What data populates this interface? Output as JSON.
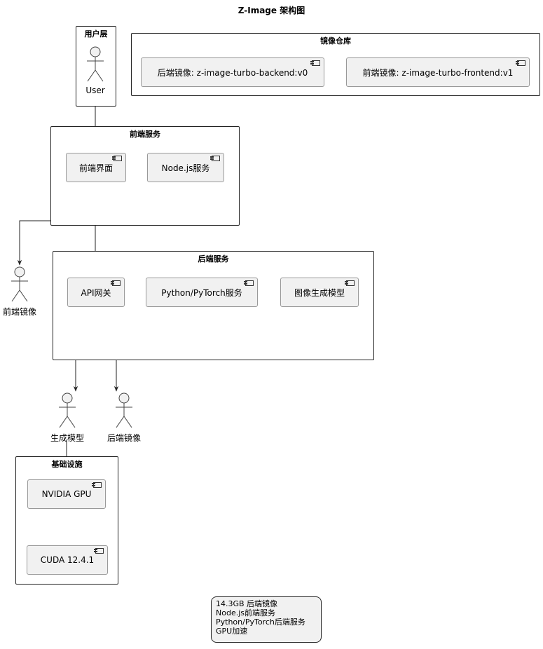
{
  "title": "Z-Image 架构图",
  "packages": {
    "user_layer": "用户层",
    "image_repo": "镜像仓库",
    "frontend_service": "前端服务",
    "backend_service": "后端服务",
    "infrastructure": "基础设施"
  },
  "components": {
    "backend_image": "后端镜像: z-image-turbo-backend:v0",
    "frontend_image": "前端镜像: z-image-turbo-frontend:v1",
    "frontend_ui": "前端界面",
    "nodejs_service": "Node.js服务",
    "api_gateway": "API网关",
    "python_service": "Python/PyTorch服务",
    "image_model": "图像生成模型",
    "nvidia_gpu": "NVIDIA GPU",
    "cuda": "CUDA 12.4.1"
  },
  "actors": {
    "user": "User",
    "frontend_image_actor": "前端镜像",
    "gen_model_actor": "生成模型",
    "backend_image_actor": "后端镜像"
  },
  "note": {
    "lines": [
      "14.3GB 后端镜像",
      "Node.js前端服务",
      "Python/PyTorch后端服务",
      "GPU加速"
    ]
  }
}
